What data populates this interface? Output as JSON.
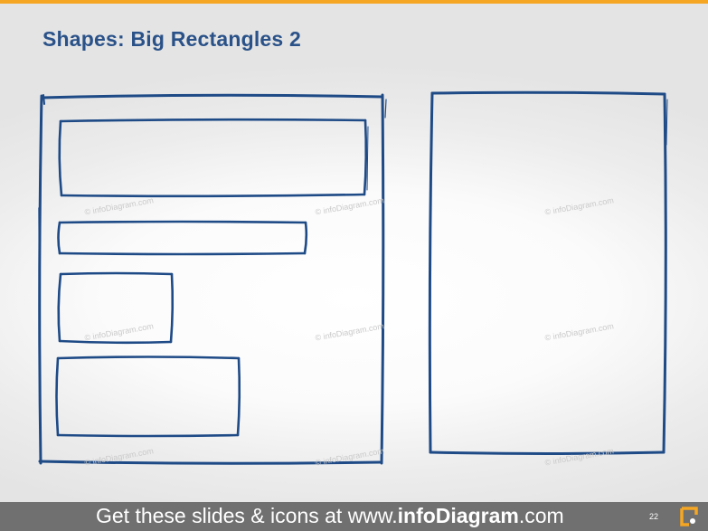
{
  "slide": {
    "title": "Shapes: Big Rectangles 2",
    "watermark": "© infoDiagram.com",
    "footer": {
      "prefix": "Get these slides & icons at www.",
      "brand": "infoDiagram",
      "suffix": ".com"
    },
    "page_number": "22"
  },
  "colors": {
    "accent": "#f5a623",
    "title": "#2a5289",
    "stroke": "#1e4a86",
    "footer_bg": "#707070"
  },
  "icons": {
    "footer_logo": "infodiagram-logo-icon"
  }
}
